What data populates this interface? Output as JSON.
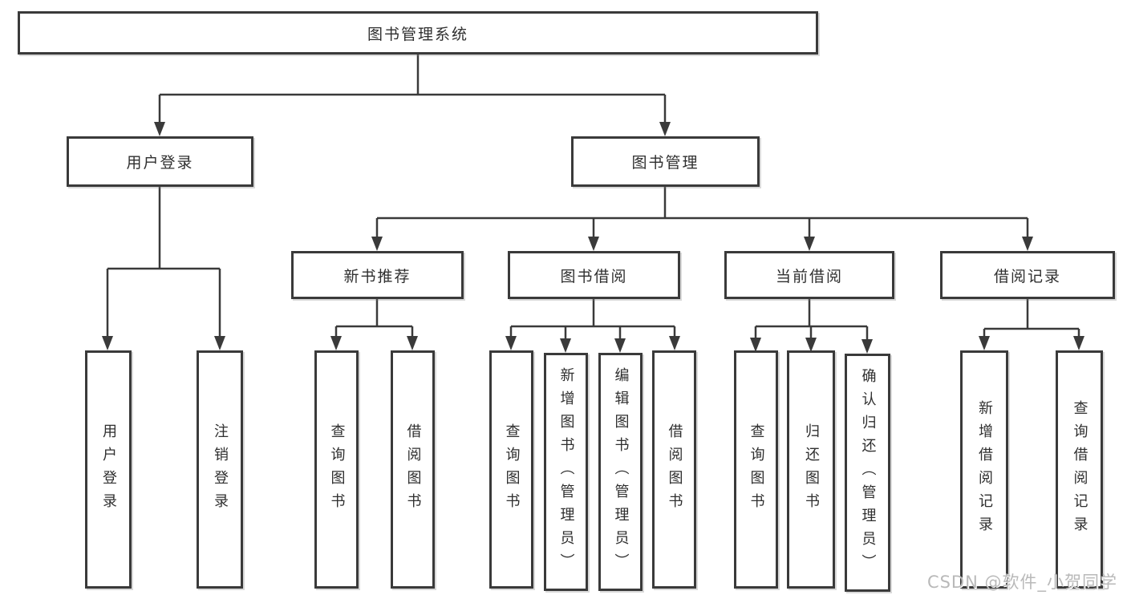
{
  "root": {
    "label": "图书管理系统"
  },
  "level2": [
    {
      "label": "用户登录"
    },
    {
      "label": "图书管理"
    }
  ],
  "login_children": [
    {
      "label": "用户登录"
    },
    {
      "label": "注销登录"
    }
  ],
  "modules": [
    {
      "label": "新书推荐",
      "children": [
        {
          "label": "查询图书"
        },
        {
          "label": "借阅图书"
        }
      ]
    },
    {
      "label": "图书借阅",
      "children": [
        {
          "label": "查询图书"
        },
        {
          "label": "新增图书（管理员）"
        },
        {
          "label": "编辑图书（管理员）"
        },
        {
          "label": "借阅图书"
        }
      ]
    },
    {
      "label": "当前借阅",
      "children": [
        {
          "label": "查询图书"
        },
        {
          "label": "归还图书"
        },
        {
          "label": "确认归还（管理员）"
        }
      ]
    },
    {
      "label": "借阅记录",
      "children": [
        {
          "label": "新增借阅记录"
        },
        {
          "label": "查询借阅记录"
        }
      ]
    }
  ],
  "watermark": "CSDN @软件_小贺同学",
  "colors": {
    "line": "#3a3a3a",
    "border": "#3a3a3a",
    "text": "#2f2f2f",
    "background": "#ffffff",
    "watermark": "#b9b9b9"
  }
}
